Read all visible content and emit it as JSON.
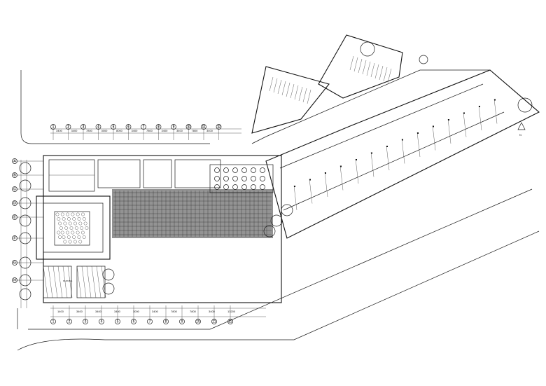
{
  "drawing": {
    "kind": "architectural floor plan",
    "line_color": "#111111",
    "background": "#ffffff"
  },
  "grid_bubbles_top": [
    "1",
    "2",
    "3",
    "4",
    "5",
    "6",
    "7",
    "8",
    "9",
    "10",
    "11",
    "12"
  ],
  "grid_bubbles_bottom": [
    "1",
    "2",
    "3",
    "4",
    "5",
    "6",
    "7",
    "8",
    "9",
    "10",
    "11",
    "12"
  ],
  "grid_bubbles_left": [
    "A",
    "B",
    "C",
    "D",
    "E",
    "F",
    "G",
    "H"
  ],
  "dims_top": [
    "3400",
    "3400",
    "7800",
    "3000",
    "8000",
    "3400",
    "7800",
    "3400",
    "3400",
    "7800",
    "3400"
  ],
  "dims_bottom": [
    "1400",
    "3400",
    "3400",
    "3400",
    "3000",
    "3400",
    "7800",
    "7800",
    "3400",
    "13200"
  ],
  "labels": {
    "north_arrow": "N",
    "parking": "PARKING"
  }
}
